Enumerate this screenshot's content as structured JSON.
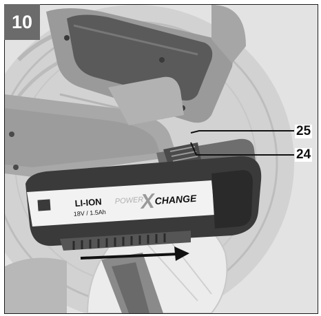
{
  "figure": {
    "number": "10",
    "callouts": [
      {
        "label": "25"
      },
      {
        "label": "24"
      }
    ]
  },
  "battery": {
    "chemistry": "LI-ION",
    "rating": "18V / 1.5Ah",
    "brand_power": "POWER",
    "brand_x": "X",
    "brand_change": "CHANGE"
  },
  "colors": {
    "frame": "#1a1a1a",
    "figure_number_bg": "#6b6b6b",
    "figure_number_fg": "#ffffff",
    "housing_dark": "#3a3a3a",
    "label_strip": "#f2f2f2"
  },
  "icons": {
    "arrow": "direction-arrow-right"
  }
}
